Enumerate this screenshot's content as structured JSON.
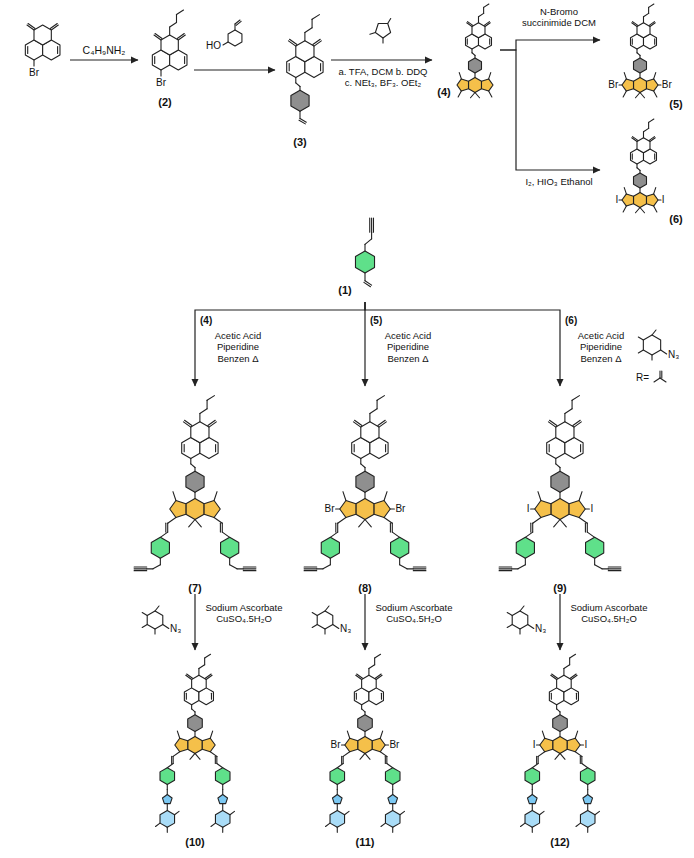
{
  "diagram": {
    "nodes": [
      {
        "text": [
          "Br"
        ]
      },
      {
        "text": [
          "(2)",
          "Br"
        ]
      },
      {
        "text": [
          "(3)"
        ]
      },
      {
        "text": [
          "(4)"
        ]
      },
      {
        "text": [
          "(5)",
          "Br",
          "Br"
        ]
      },
      {
        "text": [
          "(6)",
          "I",
          "I"
        ]
      },
      {
        "text": [
          "(1)"
        ]
      },
      {
        "text": [
          "(7)"
        ]
      },
      {
        "text": [
          "(8)",
          "Br",
          "Br"
        ]
      },
      {
        "text": [
          "(9)",
          "I",
          "I"
        ]
      },
      {
        "text": [
          "(10)"
        ]
      },
      {
        "text": [
          "(11)",
          "Br",
          "Br"
        ]
      },
      {
        "text": [
          "(12)",
          "I",
          "I"
        ]
      }
    ],
    "edges": [
      {
        "from": 0,
        "to": 1,
        "arrow": "to",
        "label": "C₄H₉NH₂"
      },
      {
        "from": 1,
        "to": 2,
        "arrow": "to"
      },
      {
        "from": 2,
        "to": 3,
        "arrow": "to",
        "label": "a. TFA, DCM b. DDQ c. NEt₃, BF₃. OEt₂"
      },
      {
        "from": 3,
        "to": 4,
        "arrow": "to",
        "label": "N-Bromo succinimide DCM"
      },
      {
        "from": 3,
        "to": 5,
        "arrow": "to",
        "label": "I₂, HIO₃ Ethanol"
      },
      {
        "from": 6,
        "to": 7,
        "arrow": "to",
        "label": "Acetic Acid Piperidine Benzen Δ"
      },
      {
        "from": 6,
        "to": 8,
        "arrow": "to",
        "label": "Acetic Acid Piperidine Benzen Δ"
      },
      {
        "from": 6,
        "to": 9,
        "arrow": "to",
        "label": "Acetic Acid Piperidine Benzen Δ"
      },
      {
        "from": 7,
        "to": 10,
        "arrow": "to",
        "label": "Sodium Ascorbate CuSO₄.5H₂O"
      },
      {
        "from": 8,
        "to": 11,
        "arrow": "to",
        "label": "Sodium Ascorbate CuSO₄.5H₂O"
      },
      {
        "from": 9,
        "to": 12,
        "arrow": "to",
        "label": "Sodium Ascorbate CuSO₄.5H₂O"
      }
    ],
    "labels": [
      "HO",
      "(4)",
      "(5)",
      "(6)",
      "N₃",
      "R=",
      "N₃",
      "N₃",
      "N₃"
    ]
  }
}
